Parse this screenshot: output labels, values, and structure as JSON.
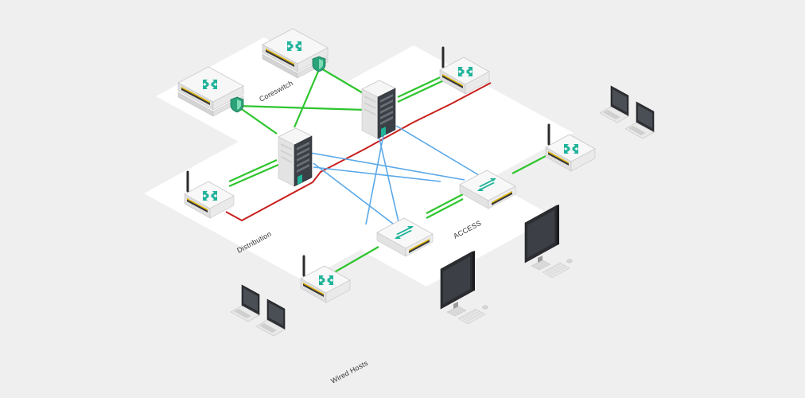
{
  "labels": {
    "core": "Coreswitch",
    "distribution": "Distribution",
    "access": "ACCESS",
    "wired_hosts": "Wired Hosts"
  },
  "colors": {
    "background": "#efefef",
    "plane": "#ffffff",
    "uplink_green": "#2ec52e",
    "link_blue": "#5aa8e8",
    "link_red": "#c8201e",
    "device_accent": "#1fb39a",
    "port_amber": "#f2c300"
  },
  "icons": [
    "core-switch-icon",
    "firewall-icon",
    "server-icon",
    "wireless-router-icon",
    "access-switch-icon",
    "laptop-icon",
    "monitor-icon"
  ]
}
